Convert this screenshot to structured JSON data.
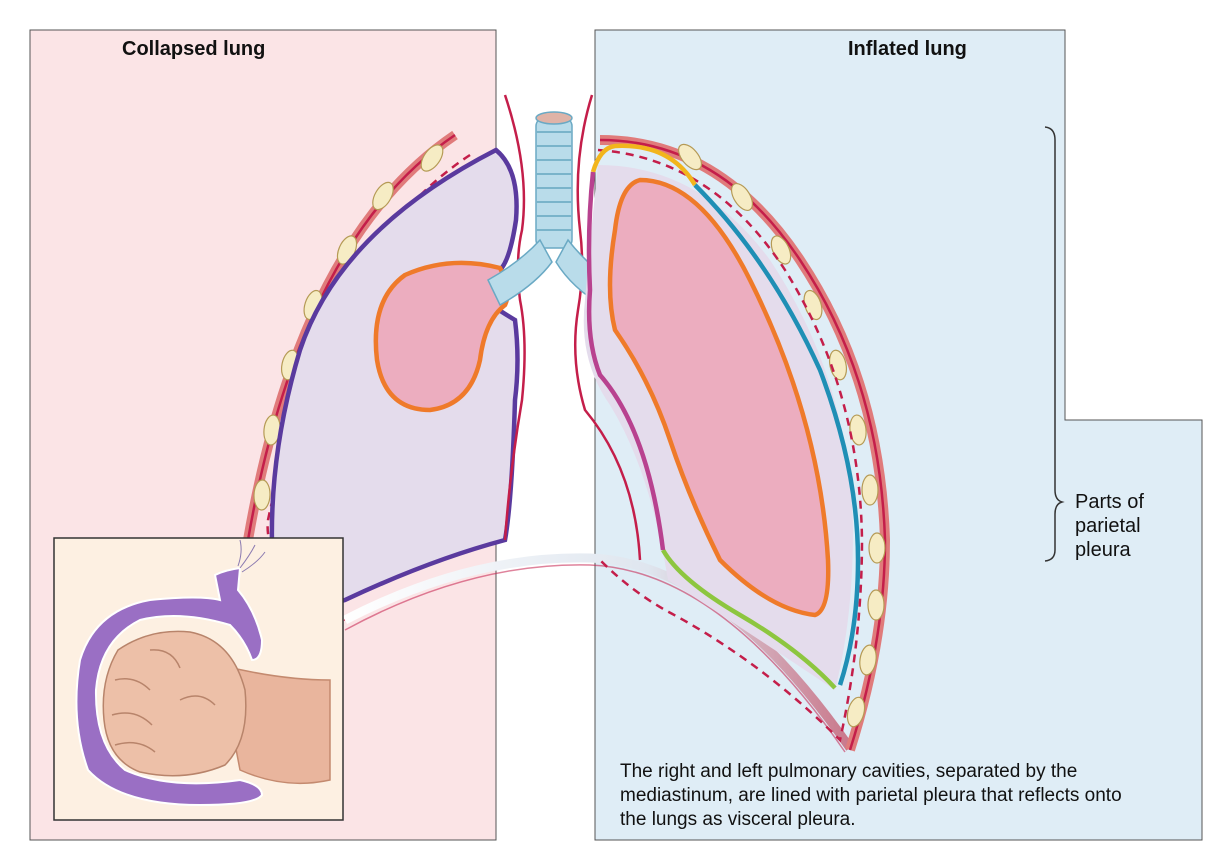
{
  "panels": {
    "left_title": "Collapsed lung",
    "right_title": "Inflated lung"
  },
  "legend": {
    "lines": [
      "Parts of",
      "parietal",
      "pleura"
    ]
  },
  "caption": {
    "lines": [
      "The right and left pulmonary cavities, separated by the",
      "mediastinum, are lined with parietal pleura that reflects onto",
      "the lungs as visceral pleura."
    ]
  },
  "colors": {
    "left_panel_bg": "#fbe4e6",
    "right_panel_bg": "#dfedf6",
    "lung_fill": "#e4dcec",
    "tissue_fill": "#ecadbf",
    "parietal_pleura": "#c41e4a",
    "visceral_pleura_left": "#5a3a9e",
    "lung_tissue_outline": "#ef7a2a",
    "cervical_pleura": "#f2b51c",
    "costal_pleura": "#1f8fb5",
    "diaphragmatic_pleura": "#8dc63f",
    "mediastinal_pleura": "#b8428f",
    "trachea": "#b9dcea",
    "rib": "#f6ecc4",
    "inset_bg": "#fdf0e2",
    "balloon": "#9a6fc4"
  }
}
